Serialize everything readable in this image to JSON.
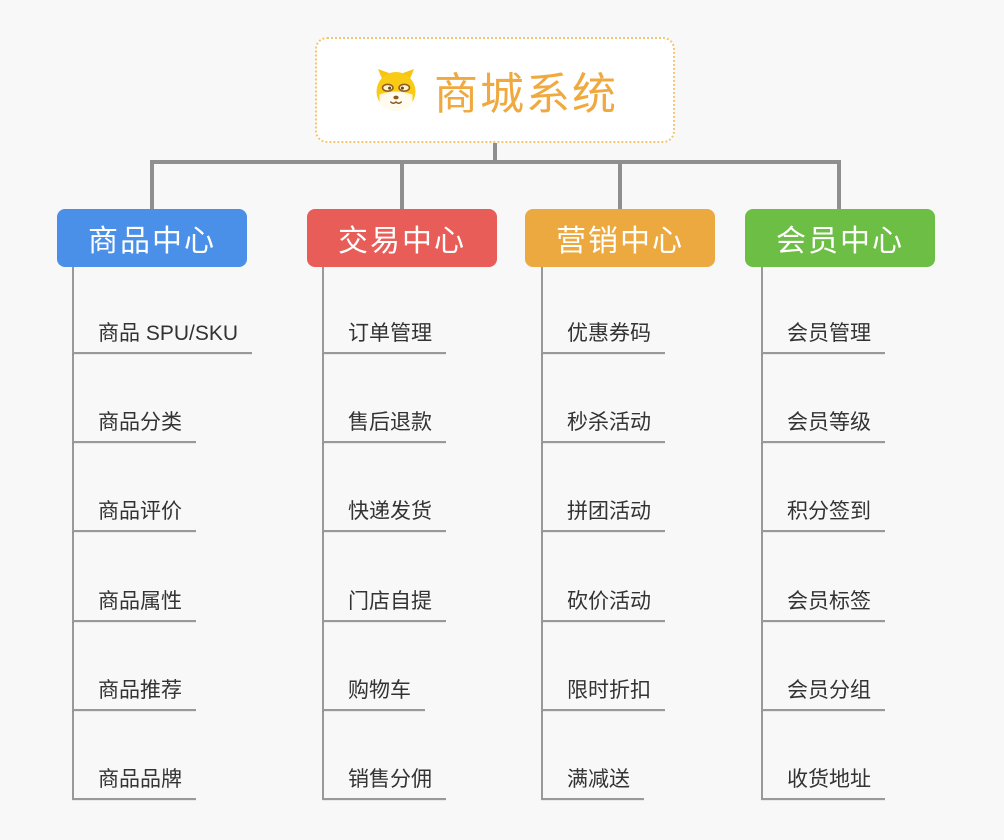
{
  "root": {
    "label": "商城系统",
    "icon": "shiba-dog-icon"
  },
  "branches": [
    {
      "label": "商品中心",
      "color": "#4a90e8",
      "items": [
        "商品 SPU/SKU",
        "商品分类",
        "商品评价",
        "商品属性",
        "商品推荐",
        "商品品牌"
      ]
    },
    {
      "label": "交易中心",
      "color": "#e85d58",
      "items": [
        "订单管理",
        "售后退款",
        "快递发货",
        "门店自提",
        "购物车",
        "销售分佣"
      ]
    },
    {
      "label": "营销中心",
      "color": "#eca93f",
      "items": [
        "优惠券码",
        "秒杀活动",
        "拼团活动",
        "砍价活动",
        "限时折扣",
        "满减送"
      ]
    },
    {
      "label": "会员中心",
      "color": "#6cbe44",
      "items": [
        "会员管理",
        "会员等级",
        "积分签到",
        "会员标签",
        "会员分组",
        "收货地址"
      ]
    }
  ],
  "style": {
    "background": "#f8f8f8",
    "root_text_color": "#f0a93e",
    "root_border_color": "#f3c571",
    "connector_color": "#8f8f8f",
    "leaf_line_color": "#999999",
    "leaf_text_color": "#333333"
  }
}
